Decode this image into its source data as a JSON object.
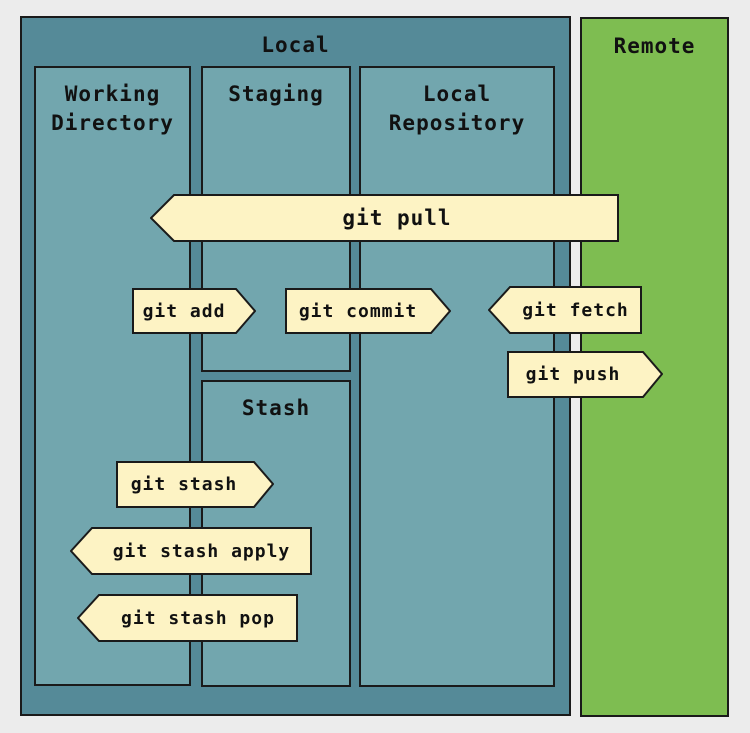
{
  "zones": {
    "local": "Local",
    "remote": "Remote",
    "working_directory": "Working\nDirectory",
    "staging": "Staging",
    "stash": "Stash",
    "local_repository": "Local\nRepository"
  },
  "commands": {
    "pull": "git pull",
    "add": "git add",
    "commit": "git commit",
    "fetch": "git fetch",
    "push": "git push",
    "stash": "git stash",
    "stash_apply": "git stash apply",
    "stash_pop": "git stash pop"
  },
  "colors": {
    "local_bg": "#558a98",
    "inner_bg": "#72a6ae",
    "remote_bg": "#7ebd51",
    "command_bg": "#fdf3c4"
  }
}
